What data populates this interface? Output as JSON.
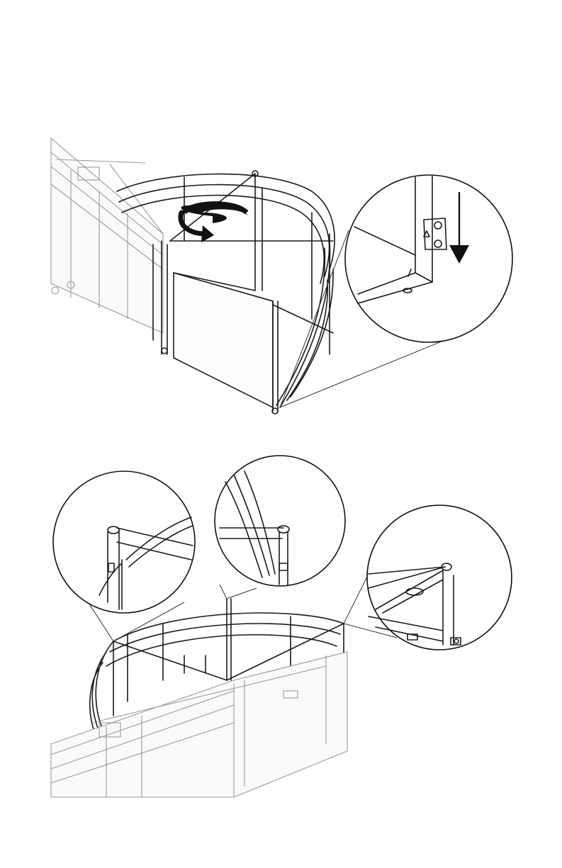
{
  "figure": {
    "panels": [
      {
        "name": "top-assembly",
        "callouts": [
          "bracket-detail"
        ],
        "arrows": [
          "rotate-arrow",
          "down-arrow"
        ]
      },
      {
        "name": "bottom-assembly",
        "callouts": [
          "left-post-detail",
          "center-post-detail",
          "right-post-detail"
        ]
      }
    ],
    "colors": {
      "line": "#1a1a1a",
      "faint": "#9a9a9a",
      "background": "#ffffff",
      "arrow": "#111111"
    },
    "icons": [
      "rotate-arrow-icon",
      "down-arrow-icon"
    ]
  }
}
